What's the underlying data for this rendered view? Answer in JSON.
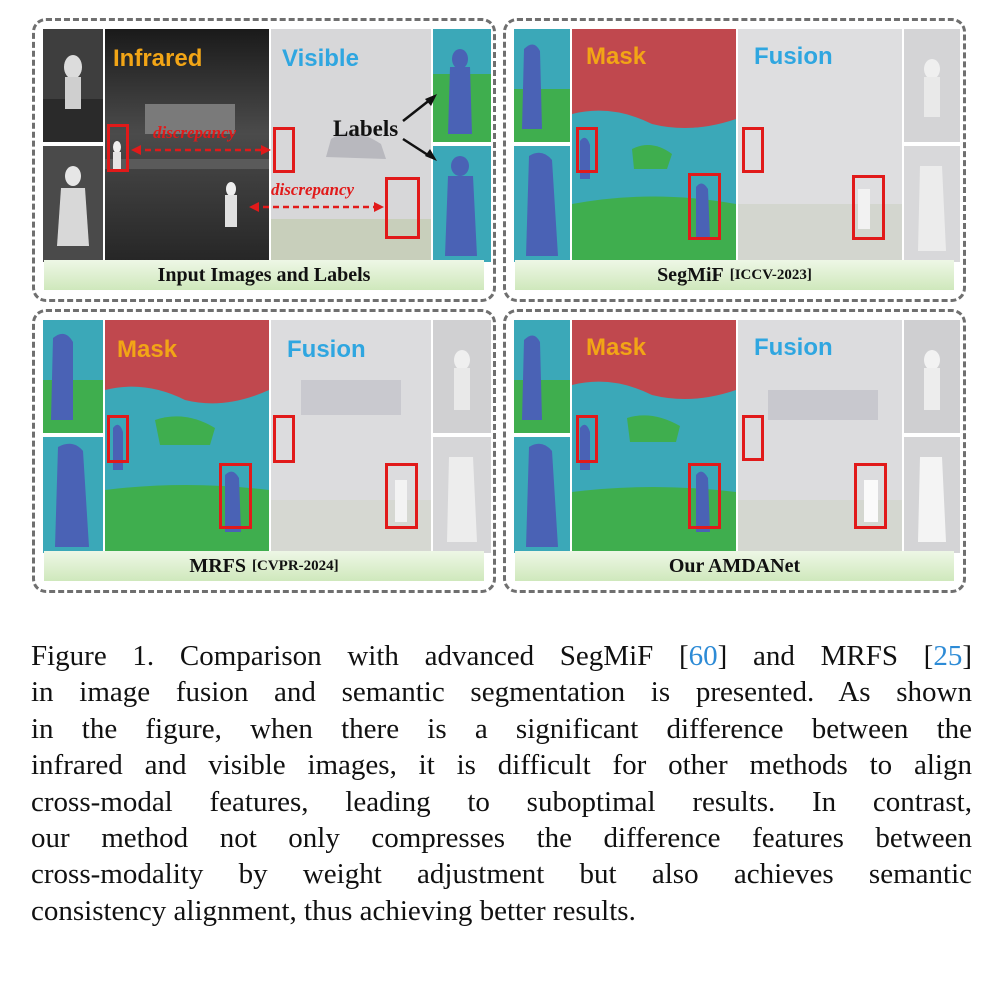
{
  "panels": {
    "input": {
      "title": "Input Images and Labels",
      "tag": "",
      "label_left": "Infrared",
      "label_right": "Visible",
      "labels_text": "Labels",
      "discrepancy_1": "discrepancy",
      "discrepancy_2": "discrepancy"
    },
    "segmif": {
      "title": "SegMiF",
      "tag": "[ICCV-2023]",
      "label_left": "Mask",
      "label_right": "Fusion"
    },
    "mrfs": {
      "title": "MRFS",
      "tag": "[CVPR-2024]",
      "label_left": "Mask",
      "label_right": "Fusion"
    },
    "ours": {
      "title": "Our AMDANet",
      "tag": "",
      "label_left": "Mask",
      "label_right": "Fusion"
    }
  },
  "caption": {
    "lines": [
      [
        "Figure 1. Comparison with advanced SegMiF [",
        "60",
        "] and MRFS [",
        "25",
        "]"
      ],
      [
        "in image fusion and semantic segmentation is presented. As shown"
      ],
      [
        "in the figure, when there is a significant difference between the"
      ],
      [
        "infrared and visible images, it is difficult for other methods to align"
      ],
      [
        "cross-modal features, leading to suboptimal results. In contrast,"
      ],
      [
        "our method not only compresses the difference features between"
      ],
      [
        "cross-modality by weight adjustment but also achieves semantic"
      ],
      [
        "consistency alignment, thus achieving better results."
      ]
    ]
  },
  "colors": {
    "mask_red": "#c0484e",
    "mask_teal": "#3ba8b8",
    "mask_green": "#3fae4e",
    "person_blue": "#4a62b5",
    "box_red": "#e11a1a"
  }
}
